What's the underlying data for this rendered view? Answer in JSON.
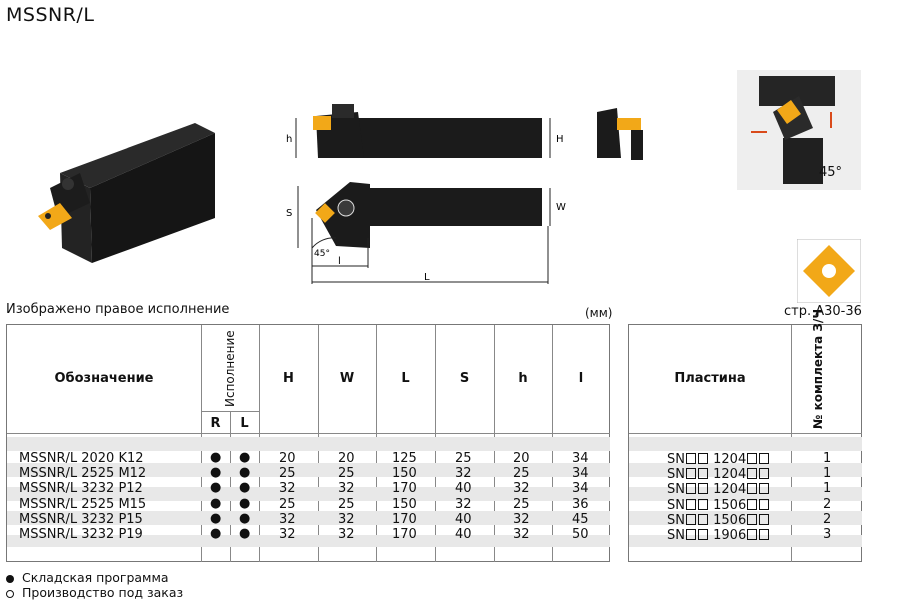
{
  "title": "MSSNR/L",
  "shown_note": "Изображено правое исполнение",
  "unit_note": "(мм)",
  "page_ref": "стр. А30-36",
  "angle_label": "45°",
  "drawing_labels": {
    "h": "h",
    "H": "H",
    "S": "S",
    "W": "W",
    "l": "l",
    "L": "L",
    "angle": "45°"
  },
  "table": {
    "headers": {
      "designation": "Обозначение",
      "version": "Исполнение",
      "r": "R",
      "l": "L",
      "H": "H",
      "W": "W",
      "L": "L",
      "S": "S",
      "h": "h",
      "lsmall": "l"
    },
    "rows": [
      {
        "designation": "MSSNR/L 2020 K12",
        "r": "●",
        "l": "●",
        "H": "20",
        "W": "20",
        "L": "125",
        "S": "25",
        "h": "20",
        "lsmall": "34"
      },
      {
        "designation": "MSSNR/L 2525 M12",
        "r": "●",
        "l": "●",
        "H": "25",
        "W": "25",
        "L": "150",
        "S": "32",
        "h": "25",
        "lsmall": "34"
      },
      {
        "designation": "MSSNR/L 3232 P12",
        "r": "●",
        "l": "●",
        "H": "32",
        "W": "32",
        "L": "170",
        "S": "40",
        "h": "32",
        "lsmall": "34"
      },
      {
        "designation": "MSSNR/L 2525 M15",
        "r": "●",
        "l": "●",
        "H": "25",
        "W": "25",
        "L": "150",
        "S": "32",
        "h": "25",
        "lsmall": "36"
      },
      {
        "designation": "MSSNR/L 3232 P15",
        "r": "●",
        "l": "●",
        "H": "32",
        "W": "32",
        "L": "170",
        "S": "40",
        "h": "32",
        "lsmall": "45"
      },
      {
        "designation": "MSSNR/L 3232 P19",
        "r": "●",
        "l": "●",
        "H": "32",
        "W": "32",
        "L": "170",
        "S": "40",
        "h": "32",
        "lsmall": "50"
      }
    ]
  },
  "insert_table": {
    "headers": {
      "insert": "Пластина",
      "spare_set": "№ комплекта З/Ч"
    },
    "rows": [
      {
        "prefix": "SN",
        "code": "1204",
        "set": "1"
      },
      {
        "prefix": "SN",
        "code": "1204",
        "set": "1"
      },
      {
        "prefix": "SN",
        "code": "1204",
        "set": "1"
      },
      {
        "prefix": "SN",
        "code": "1506",
        "set": "2"
      },
      {
        "prefix": "SN",
        "code": "1506",
        "set": "2"
      },
      {
        "prefix": "SN",
        "code": "1906",
        "set": "3"
      }
    ]
  },
  "legend": {
    "stock": "Складская программа",
    "order": "Производство под заказ"
  },
  "colors": {
    "insert_yellow": "#f2a818",
    "band_gray": "#e8e8e8",
    "tool_black": "#1b1b1b"
  }
}
